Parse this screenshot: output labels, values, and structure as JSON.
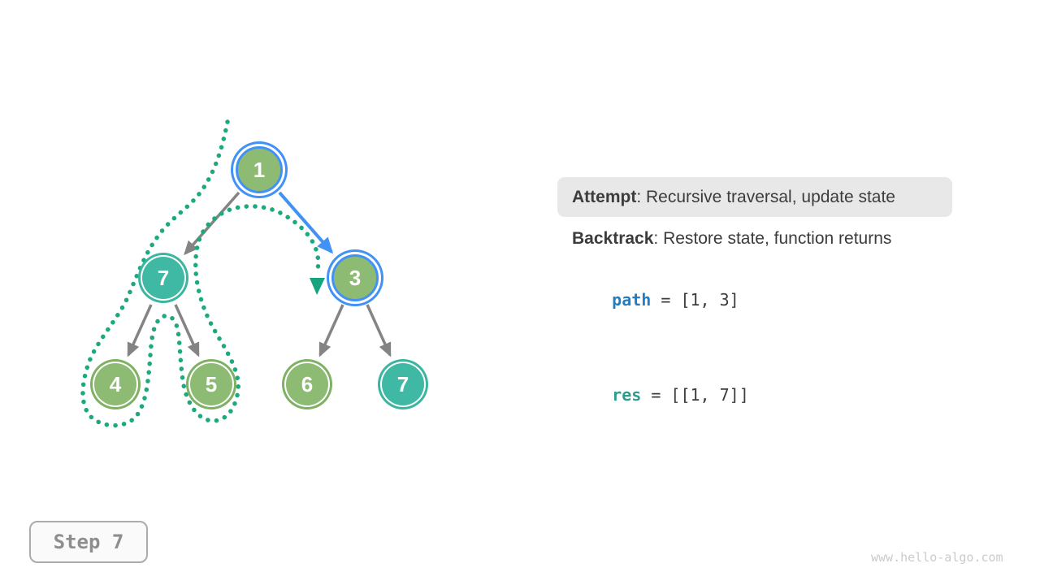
{
  "colors": {
    "node_green_fill": "#8dbb73",
    "node_green_ring": "#7eb163",
    "node_teal_fill": "#3fb9a4",
    "highlight_blue": "#4292f5",
    "dotted_path_teal": "#1ca97f",
    "arrowhead_teal": "#16a47f",
    "edge_gray": "#848484",
    "attempt_bg": "#e8e8e8",
    "text_dark": "#3c3c3c",
    "path_var_blue": "#1f7dc4",
    "res_var_teal": "#2e9b8c"
  },
  "tree": {
    "nodes": [
      {
        "value": "1",
        "highlight": "blue-ring"
      },
      {
        "value": "7",
        "highlight": "teal"
      },
      {
        "value": "3",
        "highlight": "blue-ring"
      },
      {
        "value": "4",
        "highlight": "green"
      },
      {
        "value": "5",
        "highlight": "green"
      },
      {
        "value": "6",
        "highlight": "green"
      },
      {
        "value": "7",
        "highlight": "teal"
      }
    ],
    "edges": [
      {
        "from": "1",
        "to": "7",
        "style": "gray"
      },
      {
        "from": "1",
        "to": "3",
        "style": "blue-current"
      },
      {
        "from": "7",
        "to": "4",
        "style": "gray"
      },
      {
        "from": "7",
        "to": "5",
        "style": "gray"
      },
      {
        "from": "3",
        "to": "6",
        "style": "gray"
      },
      {
        "from": "3",
        "to": "7",
        "style": "gray"
      }
    ],
    "dotted_traversal": "contour around left subtree (1-7-4-5) ending with arrowhead before node 3"
  },
  "panel": {
    "attempt": {
      "label": "Attempt",
      "text": ": Recursive traversal, update state"
    },
    "backtrack": {
      "label": "Backtrack",
      "text": ": Restore state, function returns"
    },
    "path": {
      "var": "path",
      "value": " = [1, 3]"
    },
    "res": {
      "var": "res",
      "value": " = [[1, 7]]"
    }
  },
  "footer": {
    "step": "Step 7",
    "watermark": "www.hello-algo.com"
  }
}
